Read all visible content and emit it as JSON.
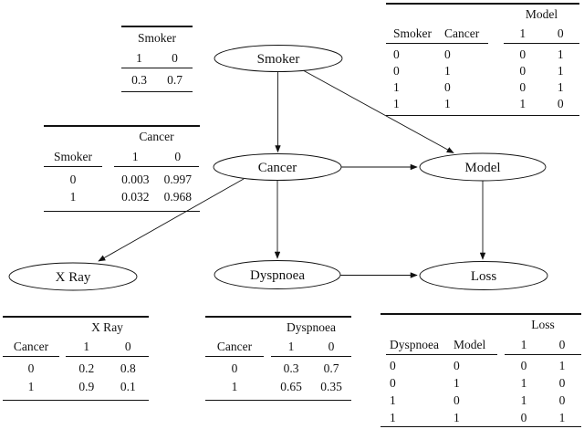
{
  "diagram": {
    "nodes": {
      "smoker": {
        "label": "Smoker"
      },
      "cancer": {
        "label": "Cancer"
      },
      "model": {
        "label": "Model"
      },
      "xray": {
        "label": "X Ray"
      },
      "dyspnoea": {
        "label": "Dyspnoea"
      },
      "loss": {
        "label": "Loss"
      }
    },
    "edges": [
      "Smoker->Cancer",
      "Smoker->Model",
      "Cancer->Model",
      "Cancer->X Ray",
      "Cancer->Dyspnoea",
      "Dyspnoea->Loss",
      "Model->Loss"
    ]
  },
  "tables": {
    "smoker": {
      "title": "Smoker",
      "value_headers": [
        "1",
        "0"
      ],
      "rows": [
        {
          "values": [
            "0.3",
            "0.7"
          ]
        }
      ]
    },
    "cancer": {
      "title": "Cancer",
      "parent_headers": [
        "Smoker"
      ],
      "value_headers": [
        "1",
        "0"
      ],
      "rows": [
        {
          "parents": [
            "0"
          ],
          "values": [
            "0.003",
            "0.997"
          ]
        },
        {
          "parents": [
            "1"
          ],
          "values": [
            "0.032",
            "0.968"
          ]
        }
      ]
    },
    "model": {
      "title": "Model",
      "parent_headers": [
        "Smoker",
        "Cancer"
      ],
      "value_headers": [
        "1",
        "0"
      ],
      "rows": [
        {
          "parents": [
            "0",
            "0"
          ],
          "values": [
            "0",
            "1"
          ]
        },
        {
          "parents": [
            "0",
            "1"
          ],
          "values": [
            "0",
            "1"
          ]
        },
        {
          "parents": [
            "1",
            "0"
          ],
          "values": [
            "0",
            "1"
          ]
        },
        {
          "parents": [
            "1",
            "1"
          ],
          "values": [
            "1",
            "0"
          ]
        }
      ]
    },
    "xray": {
      "title": "X Ray",
      "parent_headers": [
        "Cancer"
      ],
      "value_headers": [
        "1",
        "0"
      ],
      "rows": [
        {
          "parents": [
            "0"
          ],
          "values": [
            "0.2",
            "0.8"
          ]
        },
        {
          "parents": [
            "1"
          ],
          "values": [
            "0.9",
            "0.1"
          ]
        }
      ]
    },
    "dyspnoea": {
      "title": "Dyspnoea",
      "parent_headers": [
        "Cancer"
      ],
      "value_headers": [
        "1",
        "0"
      ],
      "rows": [
        {
          "parents": [
            "0"
          ],
          "values": [
            "0.3",
            "0.7"
          ]
        },
        {
          "parents": [
            "1"
          ],
          "values": [
            "0.65",
            "0.35"
          ]
        }
      ]
    },
    "loss": {
      "title": "Loss",
      "parent_headers": [
        "Dyspnoea",
        "Model"
      ],
      "value_headers": [
        "1",
        "0"
      ],
      "rows": [
        {
          "parents": [
            "0",
            "0"
          ],
          "values": [
            "0",
            "1"
          ]
        },
        {
          "parents": [
            "0",
            "1"
          ],
          "values": [
            "1",
            "0"
          ]
        },
        {
          "parents": [
            "1",
            "0"
          ],
          "values": [
            "1",
            "0"
          ]
        },
        {
          "parents": [
            "1",
            "1"
          ],
          "values": [
            "0",
            "1"
          ]
        }
      ]
    }
  },
  "colors": {
    "ink": "#111111",
    "background": "#ffffff"
  }
}
